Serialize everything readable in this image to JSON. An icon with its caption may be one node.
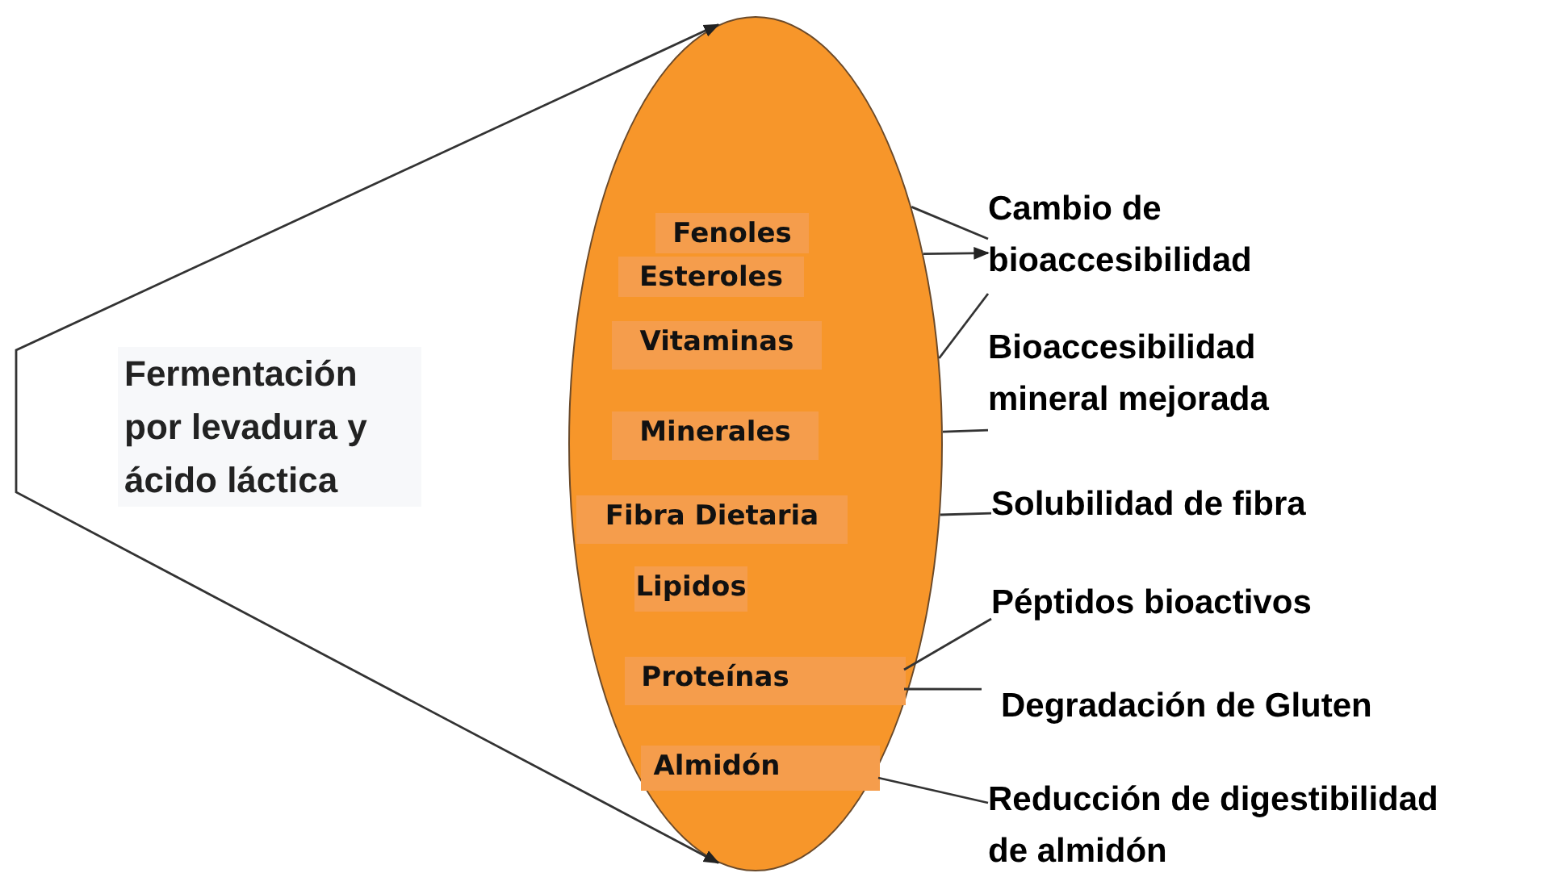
{
  "diagram": {
    "nodes": [
      {
        "text": [
          "Fermentación por levadura y ácido láctica"
        ]
      },
      {
        "text": [],
        "shape": "ellipse"
      },
      {
        "text": [
          "Fenoles"
        ],
        "in": 1
      },
      {
        "text": [
          "Esteroles"
        ],
        "in": 1
      },
      {
        "text": [
          "Vitaminas"
        ],
        "in": 1
      },
      {
        "text": [
          "Minerales"
        ],
        "in": 1
      },
      {
        "text": [
          "Fibra Dietaria"
        ],
        "in": 1
      },
      {
        "text": [
          "Lipidos"
        ],
        "in": 1
      },
      {
        "text": [
          "Proteínas"
        ],
        "in": 1
      },
      {
        "text": [
          "Almidón"
        ],
        "in": 1
      },
      {
        "text": [
          "Cambio de bioaccesibilidad"
        ]
      },
      {
        "text": [
          "Bioaccesibilidad mineral mejorada"
        ]
      },
      {
        "text": [
          "Solubilidad de fibra"
        ]
      },
      {
        "text": [
          "Péptidos bioactivos"
        ]
      },
      {
        "text": [
          "Degradación de Gluten"
        ]
      },
      {
        "text": [
          "Reducción de digestibilidad de almidón"
        ]
      }
    ],
    "edges": [
      {
        "from": 0,
        "to": 1,
        "arrow": "to"
      },
      {
        "from": 0,
        "to": 1,
        "arrow": "to"
      },
      {
        "from": 1,
        "to": 10,
        "arrow": "none"
      },
      {
        "from": 1,
        "to": 10,
        "arrow": "to"
      },
      {
        "from": 1,
        "to": 10,
        "arrow": "none"
      },
      {
        "from": 1,
        "to": 11,
        "arrow": "none"
      },
      {
        "from": 1,
        "to": 12,
        "arrow": "none"
      },
      {
        "from": 8,
        "to": 13,
        "arrow": "none"
      },
      {
        "from": 8,
        "to": 14,
        "arrow": "none"
      },
      {
        "from": 9,
        "to": 15,
        "arrow": "none"
      }
    ]
  }
}
